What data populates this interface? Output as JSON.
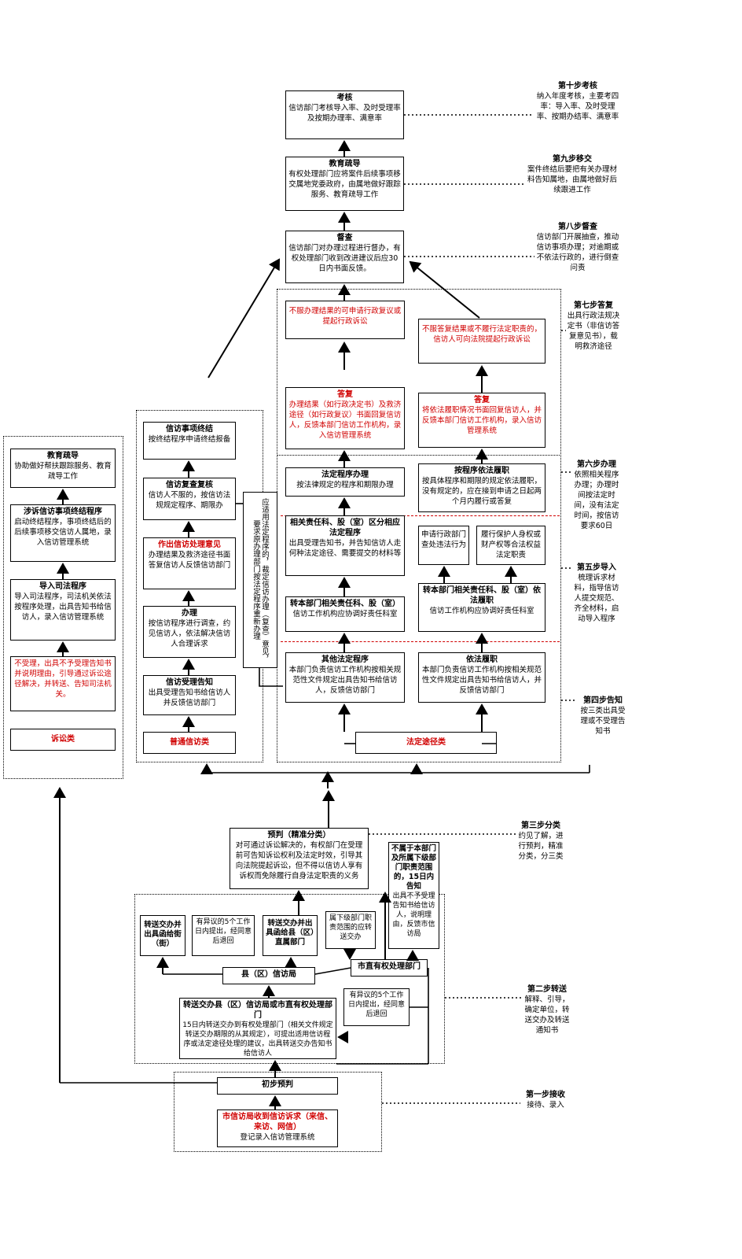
{
  "boxes": {
    "kaohe": {
      "t": "考核",
      "b": "信访部门考核导入率、及时受理率及按期办理率、满意率"
    },
    "jiaoyu_top": {
      "t": "教育疏导",
      "b": "有权处理部门应将案件后续事项移交属地党委政府，由属地做好跟踪服务、教育疏导工作"
    },
    "duban": {
      "t": "督查",
      "b": "信访部门对办理过程进行督办，有权处理部门收到改进建议后应30日内书面反馈。"
    },
    "bufu_ban": {
      "t": "",
      "b": "不服办理结果的可申请行政复议或提起行政诉讼"
    },
    "bufu_da": {
      "t": "",
      "b": "不服答复结果或不履行法定职责的，信访人可向法院提起行政诉讼"
    },
    "dafu_left": {
      "t": "答复",
      "b": "办理结果（如行政决定书）及救济途径（如行政复议）书面回复信访人，反馈本部门信访工作机构，录入信访管理系统"
    },
    "dafu_right": {
      "t": "答复",
      "b": "将依法履职情况书面回复信访人，并反馈本部门信访工作机构，录入信访管理系统"
    },
    "fading_chengxu": {
      "t": "法定程序办理",
      "b": "按法律规定的程序和期限办理"
    },
    "anchengxu": {
      "t": "按程序依法履职",
      "b": "按具体程序和期限的规定依法履职，没有规定的，应在接到申请之日起两个月内履行或答复"
    },
    "xiangguan": {
      "t": "相关责任科、股（室）区分相应法定程序",
      "b": "出具受理告知书，并告知信访人走何种法定途径、需要提交的材料等"
    },
    "shenqing": {
      "t": "",
      "b": "申请行政部门查处违法行为"
    },
    "lvxing": {
      "t": "",
      "b": "履行保护人身权或财产权等合法权益法定职责"
    },
    "benbu_left": {
      "t": "转本部门相关责任科、股（室）",
      "b": "信访工作机构应协调好责任科室"
    },
    "benbu_right": {
      "t": "转本部门相关责任科、股（室）依法履职",
      "b": "信访工作机构应协调好责任科室"
    },
    "qita": {
      "t": "其他法定程序",
      "b": "本部门负责信访工作机构按相关规范性文件规定出具告知书给信访人，反馈信访部门"
    },
    "yifa": {
      "t": "依法履职",
      "b": "本部门负责信访工作机构按相关规范性文件规定出具告知书给信访人，并反馈信访部门"
    },
    "zhongjie": {
      "t": "信访事项终结",
      "b": "按终结程序申请终结报备"
    },
    "fucha": {
      "t": "信访复查复核",
      "b": "信访人不服的，按信访法规规定程序、期限办"
    },
    "zuochu": {
      "t": "作出信访处理意见",
      "b": "办理结果及救济途径书面答复信访人反馈信访部门"
    },
    "banli": {
      "t": "办理",
      "b": "按信访程序进行调查，约见信访人，依法解决信访人合理诉求"
    },
    "shouli": {
      "t": "信访受理告知",
      "b": "出具受理告知书给信访人并反馈信访部门"
    },
    "jiaoyu_left": {
      "t": "教育疏导",
      "b": "协助做好帮扶跟踪服务、教育疏导工作"
    },
    "shesu": {
      "t": "涉诉信访事项终结程序",
      "b": "启动终结程序，事项终结后的后续事项移交信访人属地，录入信访管理系统"
    },
    "sifa": {
      "t": "导入司法程序",
      "b": "导入司法程序，司法机关依法按程序处理，出具告知书给信访人，录入信访管理系统"
    },
    "bushouli": {
      "t": "",
      "b": "不受理，出具不予受理告知书并说明理由，引导通过诉讼途径解决，并转送、告知司法机关。"
    },
    "yubie": {
      "t": "预判（精准分类）",
      "b": "对可通过诉讼解决的，有权部门在受理前可告知诉讼权利及法定时效，引导其向法院提起诉讼，但不得以信访人享有诉权而免除履行自身法定职责的义务"
    },
    "bushuyu": {
      "t": "不属于本部门及所属下级部门职责范围的，15日内告知",
      "b": "出具不予受理告知书给信访人，说明理由，反馈市信访局"
    },
    "zhuanjiao_jie": {
      "t": "转送交办并出具函给街（街）",
      "b": ""
    },
    "yiyi_5_top": {
      "t": "",
      "b": "有异议的5个工作日内提出，经同意后退回"
    },
    "zhuanjiao_xian": {
      "t": "转送交办并出具函给县（区）直属部门",
      "b": ""
    },
    "shuxia": {
      "t": "",
      "b": "属下级部门职责范围的应转送交办"
    },
    "shizhi": {
      "t": "市直有权处理部门",
      "b": ""
    },
    "xianqu": {
      "t": "县（区）信访局",
      "b": ""
    },
    "yiyi_5_right": {
      "t": "",
      "b": "有异议的5个工作日内提出，经同意后退回"
    },
    "zhuanjiao_main": {
      "t": "转送交办县（区）信访局或市直有权处理部门",
      "b": "15日内转送交办到有权处理部门（相关文件规定转送交办期限的从其规定），可提出适用信访程序或法定途径处理的建议，出具转送交办告知书给信访人"
    },
    "chubu": {
      "t": "初步预判",
      "b": ""
    },
    "shouji": {
      "t": "市信访局收到信访诉求（来信、来访、网信）",
      "b": "登记录入信访管理系统"
    }
  },
  "categories": {
    "susong": "诉讼类",
    "putong": "普通信访类",
    "fading": "法定途径类"
  },
  "vertical_note": "应适用法定程序的，裁定信访办理（复查）意见，要求原办理部门按法定程序重新办理",
  "steps": [
    {
      "t": "第十步考核",
      "b": "纳入年度考核，主要考四率：导入率、及时受理率、按期办结率、满意率"
    },
    {
      "t": "第九步移交",
      "b": "案件终结后要把有关办理材料告知属地，由属地做好后续跟进工作"
    },
    {
      "t": "第八步督查",
      "b": "信访部门开展抽查，推动信访事项办理；对逾期或不依法行政的，进行倒查问责"
    },
    {
      "t": "第七步答复",
      "b": "出具行政法规决定书（非信访答复意见书），载明救济途径"
    },
    {
      "t": "第六步办理",
      "b": "依照相关程序办理；办理时间按法定时间，没有法定时间，按信访要求60日"
    },
    {
      "t": "第五步导入",
      "b": "梳理诉求材料，指导信访人提交规范、齐全材料，启动导入程序"
    },
    {
      "t": "第四步告知",
      "b": "按三类出具受理或不受理告知书"
    },
    {
      "t": "第三步分类",
      "b": "约见了解，进行预判，精准分类，分三类"
    },
    {
      "t": "第二步转送",
      "b": "解释、引导，确定单位，转送交办及转送通知书"
    },
    {
      "t": "第一步接收",
      "b": "接待、录入"
    }
  ]
}
